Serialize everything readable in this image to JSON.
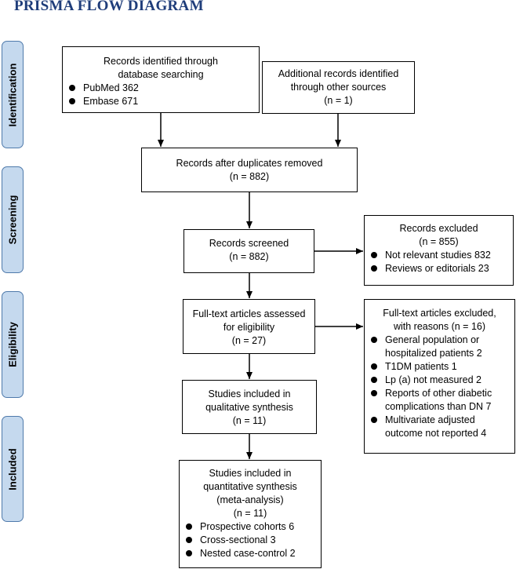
{
  "title": "PRISMA FLOW DIAGRAM",
  "phases": {
    "identification": "Identification",
    "screening": "Screening",
    "eligibility": "Eligibility",
    "included": "Included"
  },
  "identified": {
    "line1": "Records identified through",
    "line2": "database searching",
    "items": [
      "PubMed 362",
      "Embase 671"
    ]
  },
  "additional": {
    "line1": "Additional records identified",
    "line2": "through other sources",
    "line3": "(n = 1)"
  },
  "duplicates": {
    "line1": "Records after duplicates removed",
    "line2": "(n = 882)"
  },
  "screened": {
    "line1": "Records screened",
    "line2": "(n = 882)"
  },
  "excluded": {
    "line1": "Records excluded",
    "line2": "(n = 855)",
    "items": [
      "Not relevant studies 832",
      "Reviews or editorials 23"
    ]
  },
  "fulltext": {
    "line1": "Full-text articles assessed",
    "line2": "for eligibility",
    "line3": "(n = 27)"
  },
  "fulltext_excluded": {
    "line1": "Full-text articles excluded,",
    "line2": "with reasons (n = 16)",
    "items": [
      "General population or hospitalized patients 2",
      "T1DM patients 1",
      "Lp (a) not measured 2",
      "Reports of other diabetic complications than DN 7",
      "Multivariate adjusted outcome not reported 4"
    ]
  },
  "qualitative": {
    "line1": "Studies included in",
    "line2": "qualitative synthesis",
    "line3": "(n = 11)"
  },
  "quantitative": {
    "line1": "Studies included in",
    "line2": "quantitative synthesis",
    "line3": "(meta-analysis)",
    "line4": "(n = 11)",
    "items": [
      "Prospective cohorts 6",
      "Cross-sectional 3",
      "Nested case-control 2"
    ]
  }
}
